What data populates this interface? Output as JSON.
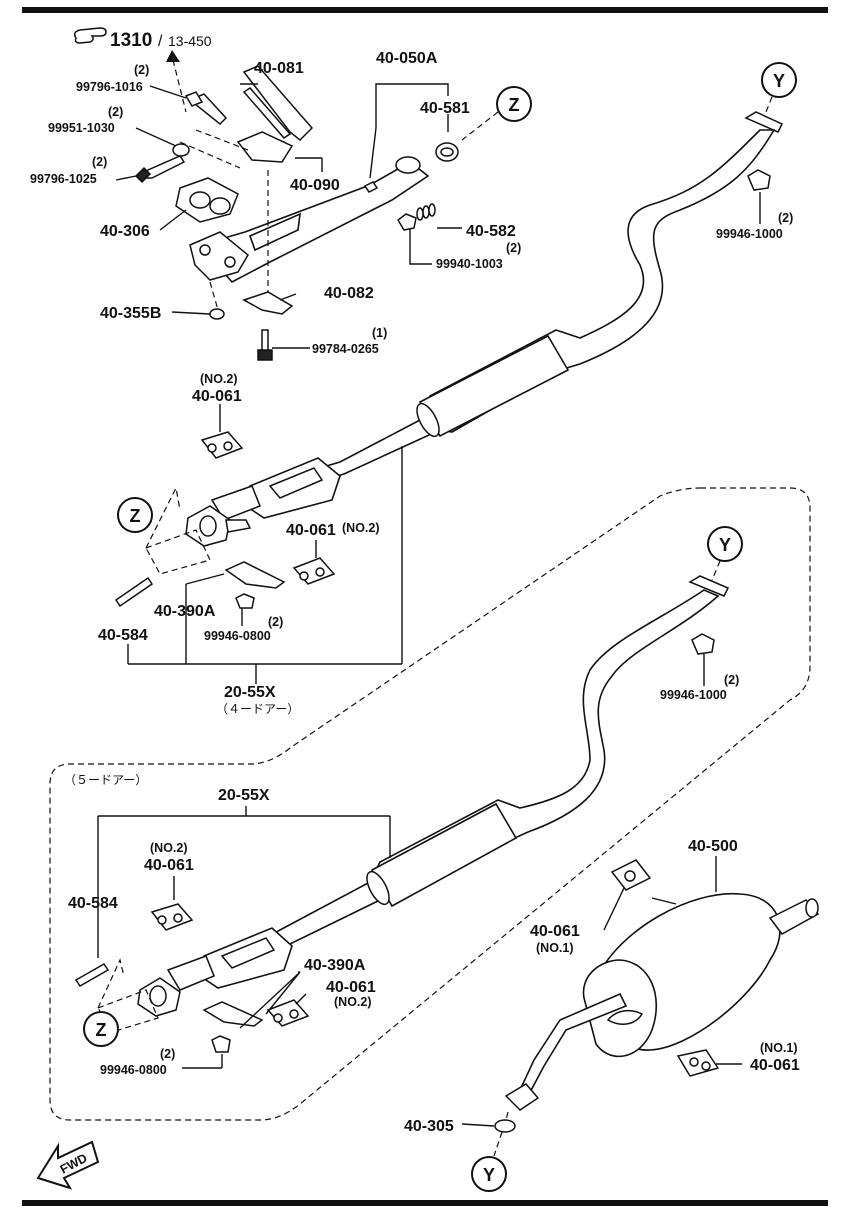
{
  "reference": {
    "main": "1310",
    "sub": "13-450"
  },
  "labels": {
    "p40_081": "40-081",
    "p40_050a": "40-050A",
    "p40_581": "40-581",
    "p40_090": "40-090",
    "p40_306": "40-306",
    "p40_582": "40-582",
    "p40_082": "40-082",
    "p40_355b": "40-355B",
    "p40_061_top": "40-061",
    "p40_061_mid": "40-061",
    "p40_390a_top": "40-390A",
    "p40_584_top": "40-584",
    "p20_55x_top": "20-55X",
    "p20_55x_bot": "20-55X",
    "p40_061_bl": "40-061",
    "p40_584_bot": "40-584",
    "p40_390a_bot": "40-390A",
    "p40_061_bm": "40-061",
    "p40_500": "40-500",
    "p40_061_br1": "40-061",
    "p40_061_br2": "40-061",
    "p40_305": "40-305"
  },
  "fasteners": {
    "f99796_1016": "99796-1016",
    "f99951_1030": "99951-1030",
    "f99796_1025": "99796-1025",
    "f99940_1003": "99940-1003",
    "f99784_0265": "99784-0265",
    "f99946_1000_a": "99946-1000",
    "f99946_0800_a": "99946-0800",
    "f99946_1000_b": "99946-1000",
    "f99946_0800_b": "99946-0800"
  },
  "qty": {
    "q1016": "(2)",
    "q1030": "(2)",
    "q1025": "(2)",
    "q1003": "(2)",
    "q0265": "(1)",
    "q1000a": "(2)",
    "q0800a": "(2)",
    "q1000b": "(2)",
    "q0800b": "(2)"
  },
  "notes": {
    "no2_a": "(NO.2)",
    "no2_b": "(NO.2)",
    "no2_c": "(NO.2)",
    "no2_d": "(NO.2)",
    "no1_a": "(NO.1)",
    "no1_b": "(NO.1)",
    "door4": "（４ードアー）",
    "door5": "（５ードアー）"
  },
  "callouts": {
    "z": "Z",
    "y": "Y"
  },
  "fwd": "FWD"
}
